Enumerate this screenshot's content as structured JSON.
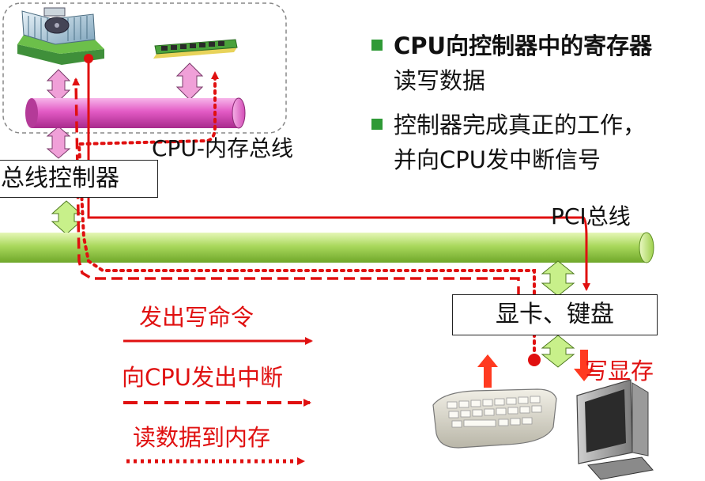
{
  "bullets": [
    {
      "line1": "CPU向控制器中的寄存器",
      "line2": "读写数据"
    },
    {
      "line1": "控制器完成真正的工作，",
      "line2": "并向CPU发中断信号"
    }
  ],
  "labels": {
    "cpu_memory_bus": "CPU-内存总线",
    "bus_controller": "总线控制器",
    "pci_bus": "PCI总线",
    "device_box": "显卡、键盘",
    "write_vram": "写显存"
  },
  "legend": [
    {
      "label": "发出写命令",
      "style": "solid"
    },
    {
      "label": "向CPU发出中断",
      "style": "dashed"
    },
    {
      "label": "读数据到内存",
      "style": "dotted"
    }
  ],
  "icons": [
    "cpu-heatsink-icon",
    "memory-module-icon",
    "keyboard-icon",
    "monitor-icon"
  ],
  "colors": {
    "path_red": "#e01010",
    "membus_pink": "#e85cc8",
    "pci_green": "#a4d65a",
    "bridge_arrow_green": "#c8f08a",
    "bridge_arrow_pink": "#f0a0d8",
    "bullet_green": "#2f9a36"
  }
}
